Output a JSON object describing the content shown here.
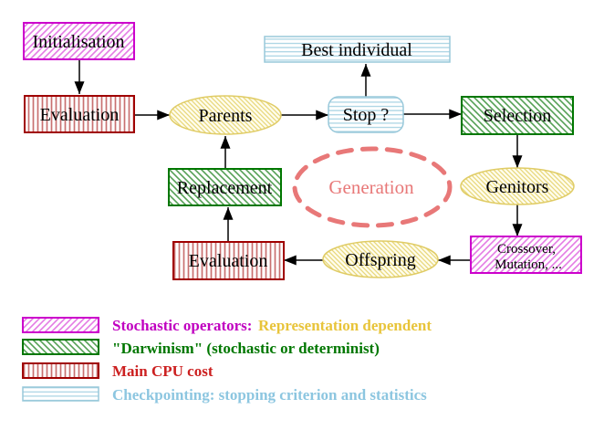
{
  "nodes": {
    "initialisation": "Initialisation",
    "evaluation_top": "Evaluation",
    "parents": "Parents",
    "best_individual": "Best individual",
    "stop": "Stop ?",
    "selection": "Selection",
    "genitors": "Genitors",
    "crossover_line1": "Crossover,",
    "crossover_line2": "Mutation, ...",
    "offspring": "Offspring",
    "evaluation_bottom": "Evaluation",
    "replacement": "Replacement",
    "generation_label": "Generation"
  },
  "legend": {
    "items": [
      {
        "swatch": "magenta-diagonal-hatch",
        "label": "Stochastic operators:",
        "label_secondary": "Representation dependent"
      },
      {
        "swatch": "green-diagonal-hatch",
        "label": "\"Darwinism\" (stochastic or determinist)",
        "label_secondary": ""
      },
      {
        "swatch": "red-vertical-lines",
        "label": "Main CPU cost",
        "label_secondary": ""
      },
      {
        "swatch": "cyan-horizontal-lines",
        "label": "Checkpointing: stopping criterion and statistics",
        "label_secondary": ""
      }
    ]
  },
  "colors": {
    "magenta_border": "#cc00cc",
    "magenta_hatch": "#e47ce4",
    "red_border": "#a00000",
    "red_hatch": "#c87070",
    "green_border": "#007700",
    "green_hatch": "#55a055",
    "yellow_border": "#e0cc66",
    "yellow_hatch": "#e8d87c",
    "cyan_border": "#98c8da",
    "cyan_hatch": "#aad4e4",
    "generation": "#e87878",
    "arrow": "#000000",
    "legend_magenta_text": "#c000c0",
    "legend_yellow_text": "#e8c43a",
    "legend_green_text": "#007700",
    "legend_red_text": "#cc2020",
    "legend_cyan_text": "#8cc6e0"
  }
}
